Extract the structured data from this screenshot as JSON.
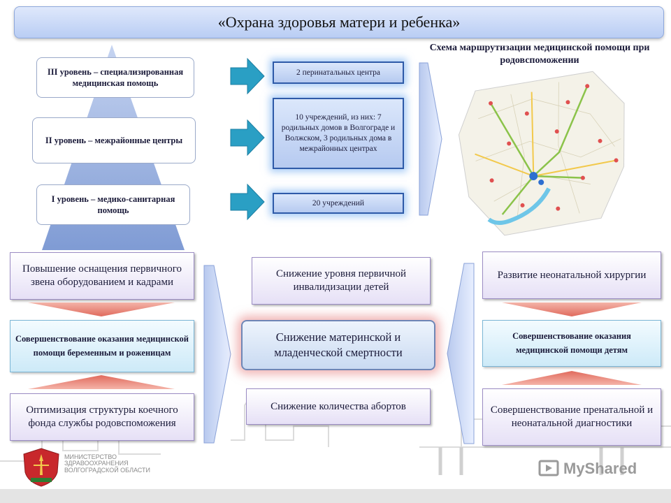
{
  "title": "«Охрана здоровья матери и ребенка»",
  "levels": [
    "III уровень – специализированная медицинская помощь",
    "II уровень – межрайонные центры",
    "I уровень – медико-санитарная помощь"
  ],
  "facilities": [
    "2 перинатальных центра",
    "10 учреждений, из них: 7 родильных домов в Волгограде и Волжском, 3 родильных дома в межрайонных центрах",
    "20 учреждений"
  ],
  "map_title": "Схема маршрутизации медицинской помощи при родовспоможении",
  "left_column": {
    "top": "Повышение оснащения первичного звена оборудованием и кадрами",
    "middle": "Совершенствование оказания медицинской помощи беременным и роженицам",
    "bottom": "Оптимизация структуры коечного фонда службы родовспоможения"
  },
  "center_column": {
    "top": "Снижение уровня первичной инвалидизации детей",
    "main": "Снижение материнской и младенческой смертности",
    "bottom": "Снижение количества абортов"
  },
  "right_column": {
    "top": "Развитие неонатальной хирургии",
    "middle": "Совершенствование оказания медицинской помощи детям",
    "bottom": "Совершенствование пренатальной и неонатальной диагностики"
  },
  "ministry": [
    "МИНИСТЕРСТВО",
    "ЗДРАВООХРАНЕНИЯ",
    "ВОЛГОГРАДСКОЙ ОБЛАСТИ"
  ],
  "watermark": "MyShared",
  "colors": {
    "accent_blue": "#2e5aa8",
    "arrow_teal": "#2a9fc4",
    "pyramid_blue": "#8fa9dc",
    "glow_red": "#e67878"
  }
}
